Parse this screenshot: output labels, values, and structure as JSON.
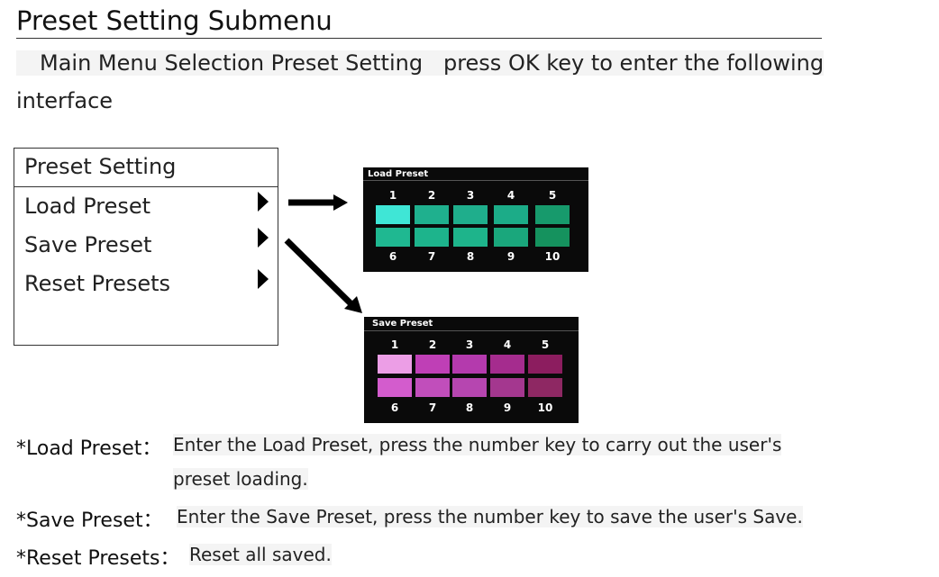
{
  "heading": "Preset Setting Submenu",
  "intro_line1": "Main Menu Selection Preset Setting   press OK key to enter the following",
  "intro_line2": "interface",
  "menu": {
    "title": "Preset Setting",
    "items": [
      "Load Preset",
      "Save Preset",
      "Reset Presets"
    ]
  },
  "load_screen": {
    "title": "Load Preset",
    "numbers": [
      "1",
      "2",
      "3",
      "4",
      "5",
      "6",
      "7",
      "8",
      "9",
      "10"
    ],
    "tile_colors": [
      "#3fe6d6",
      "#1fb08e",
      "#1fae8c",
      "#1cac88",
      "#179a6c",
      "#1fb891",
      "#1db48c",
      "#1eb48b",
      "#1aa77c",
      "#15925e"
    ]
  },
  "save_screen": {
    "title": "Save Preset",
    "numbers": [
      "1",
      "2",
      "3",
      "4",
      "5",
      "6",
      "7",
      "8",
      "9",
      "10"
    ],
    "tile_colors": [
      "#ec9ee6",
      "#bf3fb6",
      "#b43aad",
      "#a52c8e",
      "#8c1d5f",
      "#d35ccd",
      "#c14ebb",
      "#b646b0",
      "#a4378f",
      "#8e2863"
    ]
  },
  "notes": [
    {
      "label": "*Load Preset：",
      "text": "Enter the Load Preset, press the number key to carry out the user's",
      "text2": "preset loading."
    },
    {
      "label": "*Save Preset：",
      "text": "Enter the Save Preset, press the number key to save the user's Save."
    },
    {
      "label": "*Reset Presets：",
      "text": "Reset all saved."
    }
  ]
}
